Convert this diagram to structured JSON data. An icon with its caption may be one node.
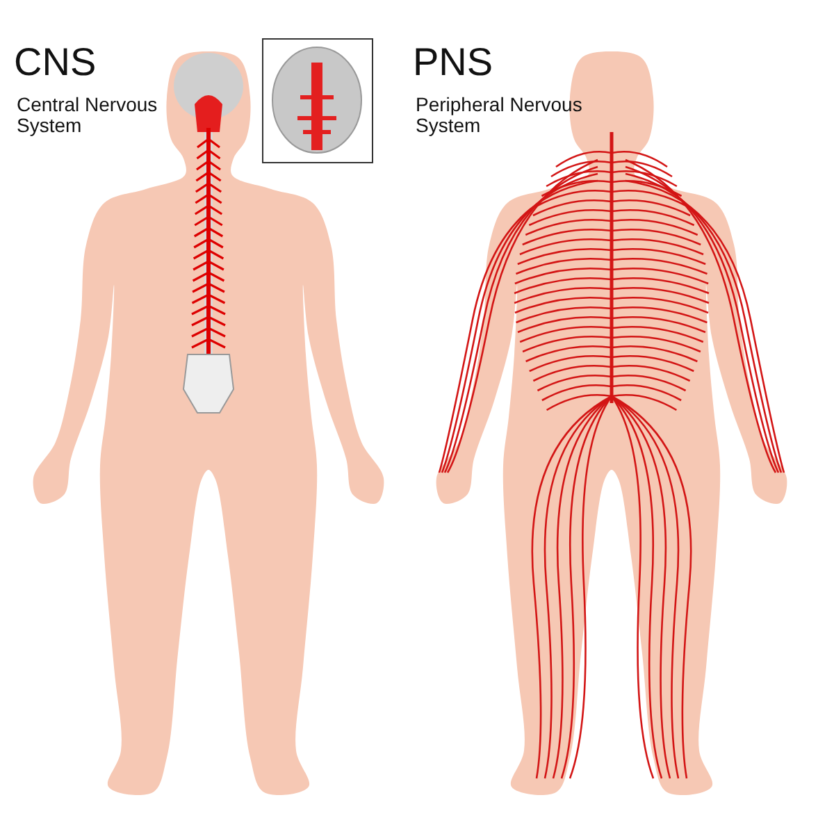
{
  "diagram": {
    "labels": [
      "CNS",
      "Central Nervous System",
      "PNS",
      "Peripheral Nervous System"
    ]
  }
}
